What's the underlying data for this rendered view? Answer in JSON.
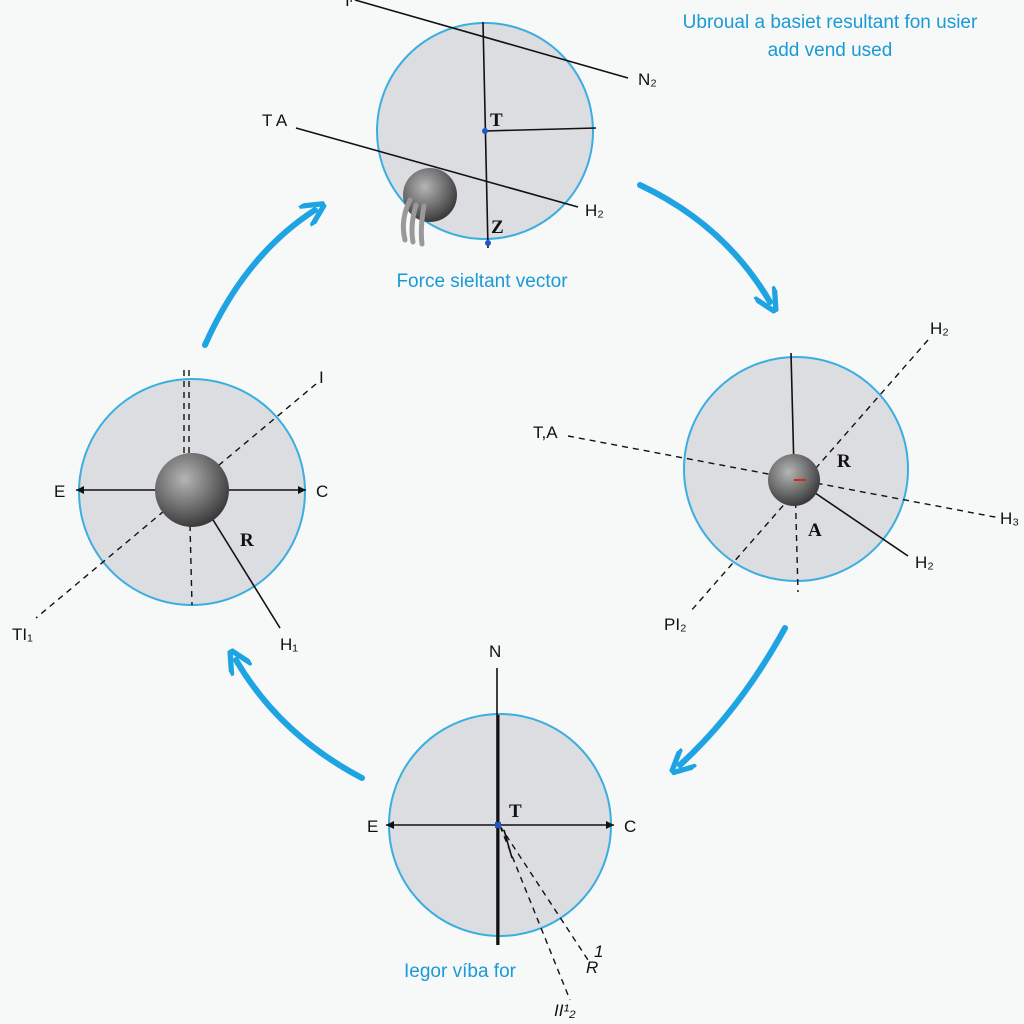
{
  "header": {
    "line1": "Ubroual a basiet resultant fon usier",
    "line2": "add vend used"
  },
  "top_panel": {
    "caption": "Force sieltant vector",
    "labels": {
      "ta": "T A",
      "n2": "N₂",
      "h2": "H₂",
      "t": "T",
      "z": "Z",
      "top_cut": "Iᴵ"
    }
  },
  "right_panel": {
    "labels": {
      "h2_top": "H₂",
      "ta": "T,A",
      "r": "R",
      "h2_right": "H₃",
      "a": "A",
      "h2_low": "H₂",
      "pi2": "PI₂"
    }
  },
  "bottom_panel": {
    "caption": "Iegor víba for",
    "labels": {
      "n": "N",
      "e": "E",
      "c": "C",
      "t": "T",
      "one": "1",
      "r": "R",
      "ii2": "II¹₂"
    }
  },
  "left_panel": {
    "labels": {
      "i": "I",
      "e": "E",
      "c": "C",
      "r": "R",
      "ti": "TI₁",
      "h1": "H₁"
    }
  },
  "colors": {
    "accent": "#1ea3e3",
    "circle_fill": "#dcdde0",
    "circle_stroke": "#3aaee0"
  }
}
